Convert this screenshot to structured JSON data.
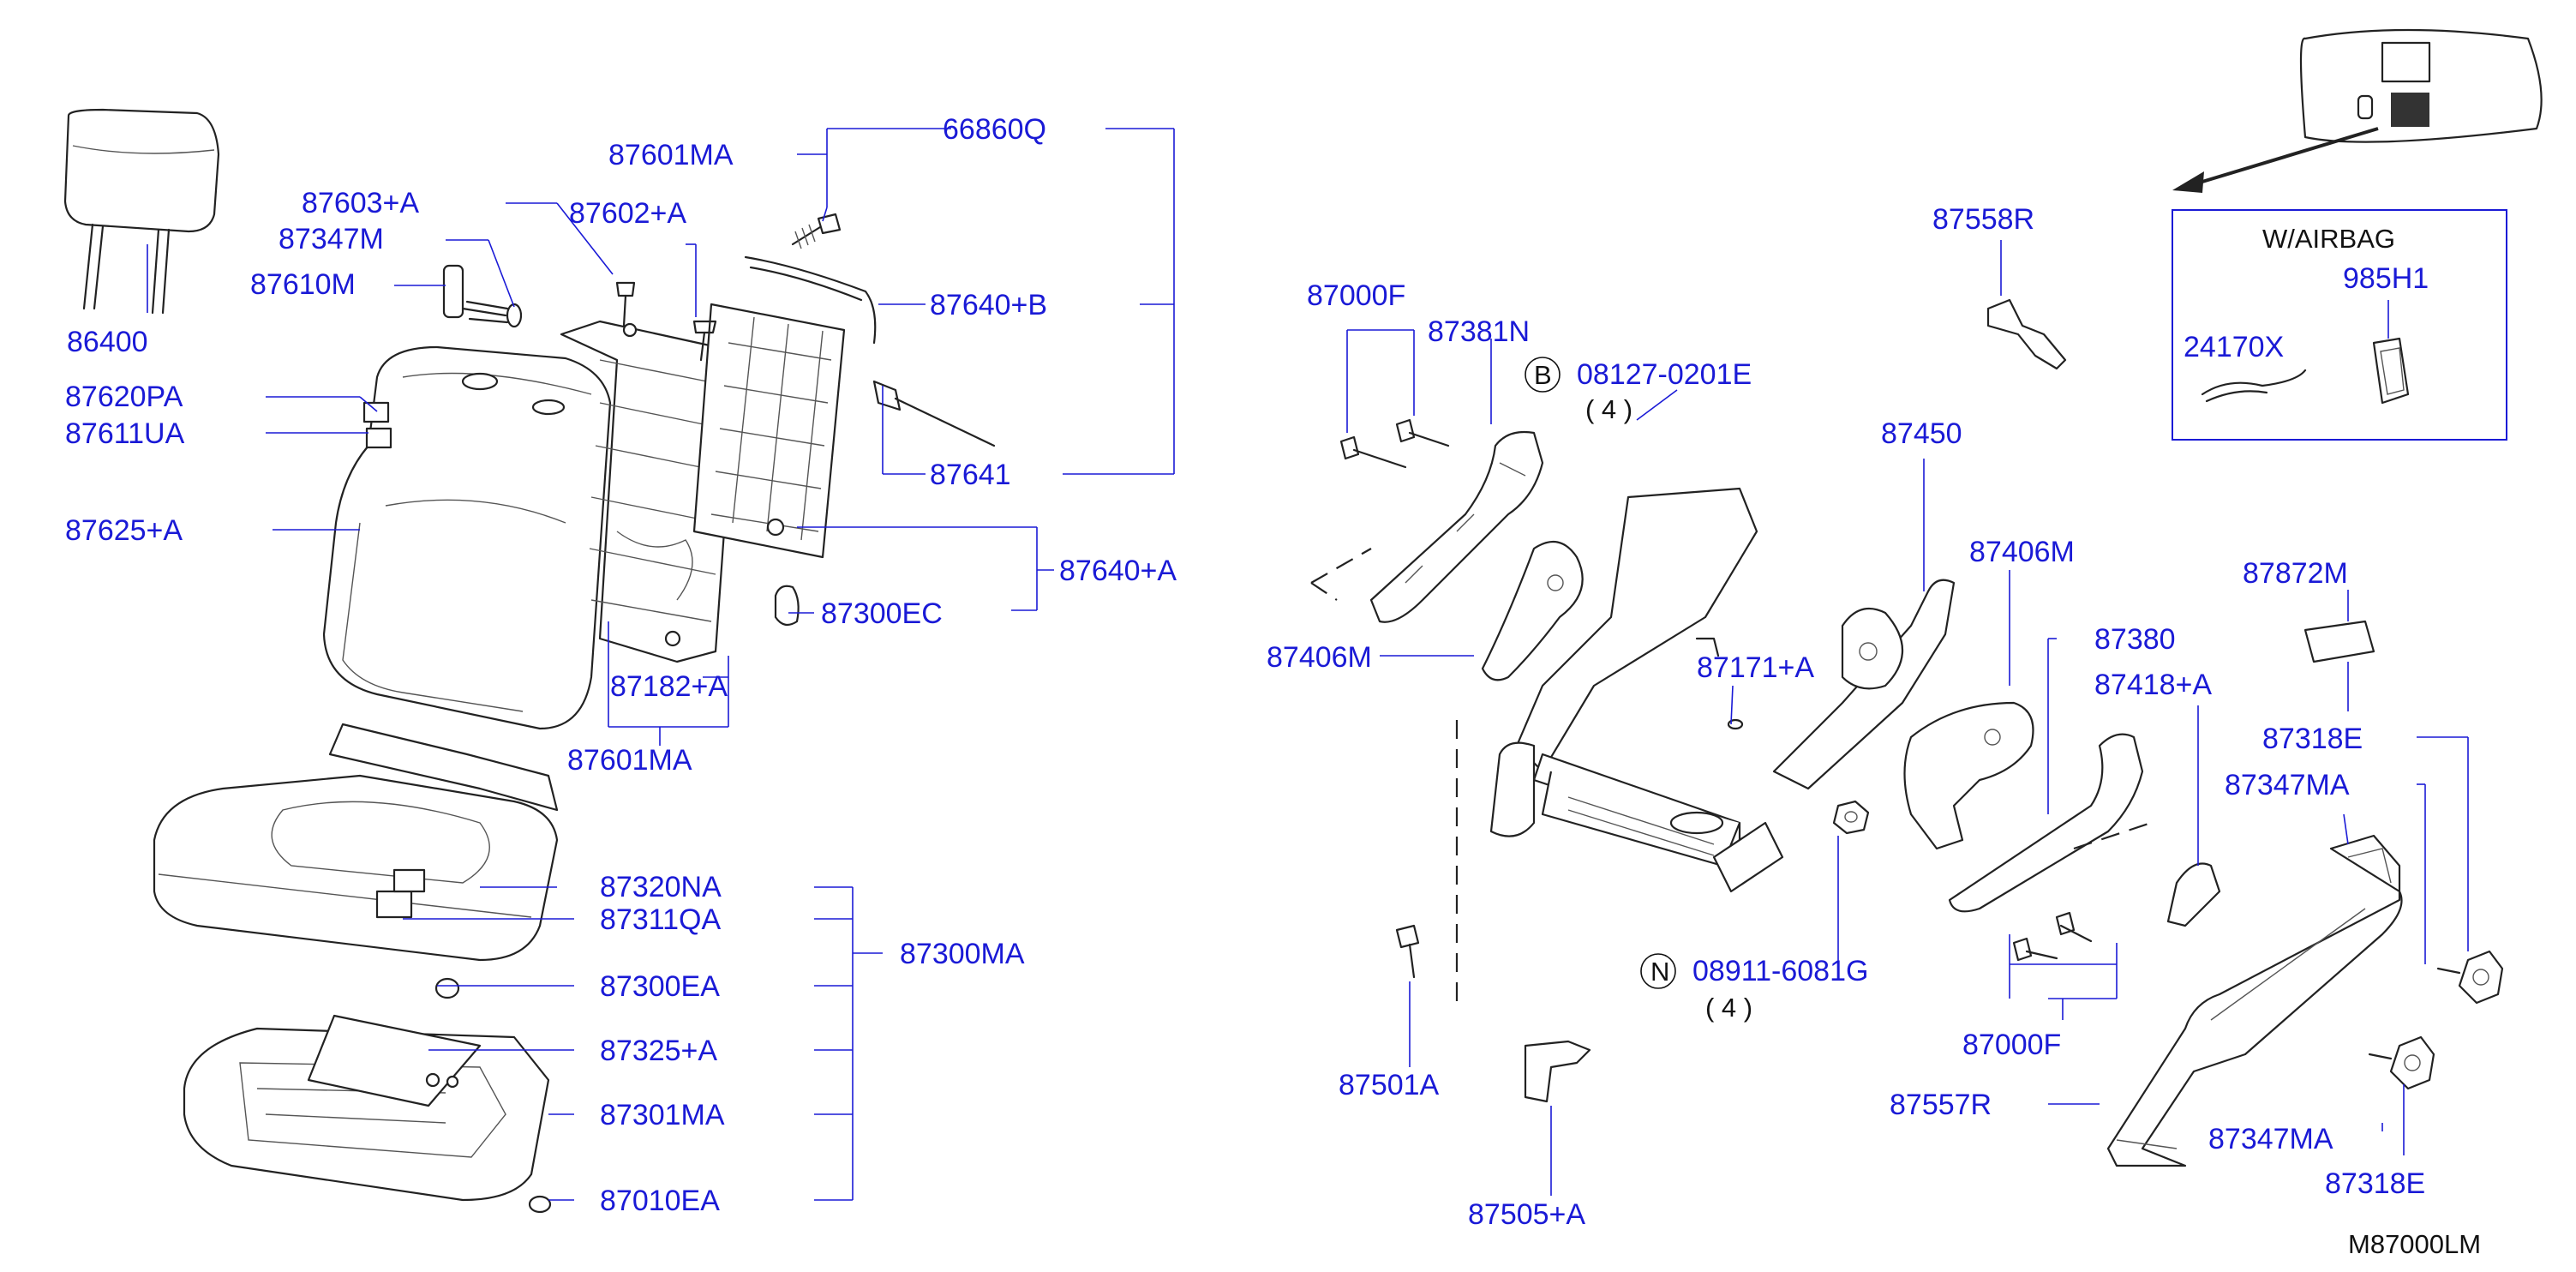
{
  "drawing_code": "M87000LM",
  "inset_title": "W/AIRBAG",
  "callouts": {
    "c86400": "86400",
    "c87603A": "87603+A",
    "c87347M": "87347M",
    "c87610M": "87610M",
    "c87620PA": "87620PA",
    "c87611UA": "87611UA",
    "c87625A": "87625+A",
    "c87601MA_top": "87601MA",
    "c87602A": "87602+A",
    "c66860Q": "66860Q",
    "c87640B": "87640+B",
    "c87641": "87641",
    "c87640A": "87640+A",
    "c87300EC": "87300EC",
    "c87182A": "87182+A",
    "c87601MA_bot": "87601MA",
    "c87320NA": "87320NA",
    "c87311QA": "87311QA",
    "c87300MA": "87300MA",
    "c87300EA": "87300EA",
    "c87325A": "87325+A",
    "c87301MA": "87301MA",
    "c87010EA": "87010EA",
    "c87000F_top": "87000F",
    "c87381N": "87381N",
    "c08127": "08127-0201E",
    "c08127_qty": "( 4 )",
    "c08127_sym": "B",
    "c87406M_left": "87406M",
    "c87171A": "87171+A",
    "c87450": "87450",
    "c87558R": "87558R",
    "c87406M_right": "87406M",
    "c87380": "87380",
    "c87418A": "87418+A",
    "c08911": "08911-6081G",
    "c08911_qty": "( 4 )",
    "c08911_sym": "N",
    "c87501A": "87501A",
    "c87505A": "87505+A",
    "c87000F_bot": "87000F",
    "c87872M": "87872M",
    "c87318E_top": "87318E",
    "c87347MA_top": "87347MA",
    "c87557R": "87557R",
    "c87347MA_bot": "87347MA",
    "c87318E_bot": "87318E",
    "c24170X": "24170X",
    "c985H1": "985H1"
  },
  "colors": {
    "callout_text": "#1a1ad6",
    "leader": "#1a1ad6",
    "part_line": "#222222",
    "background": "#ffffff"
  }
}
